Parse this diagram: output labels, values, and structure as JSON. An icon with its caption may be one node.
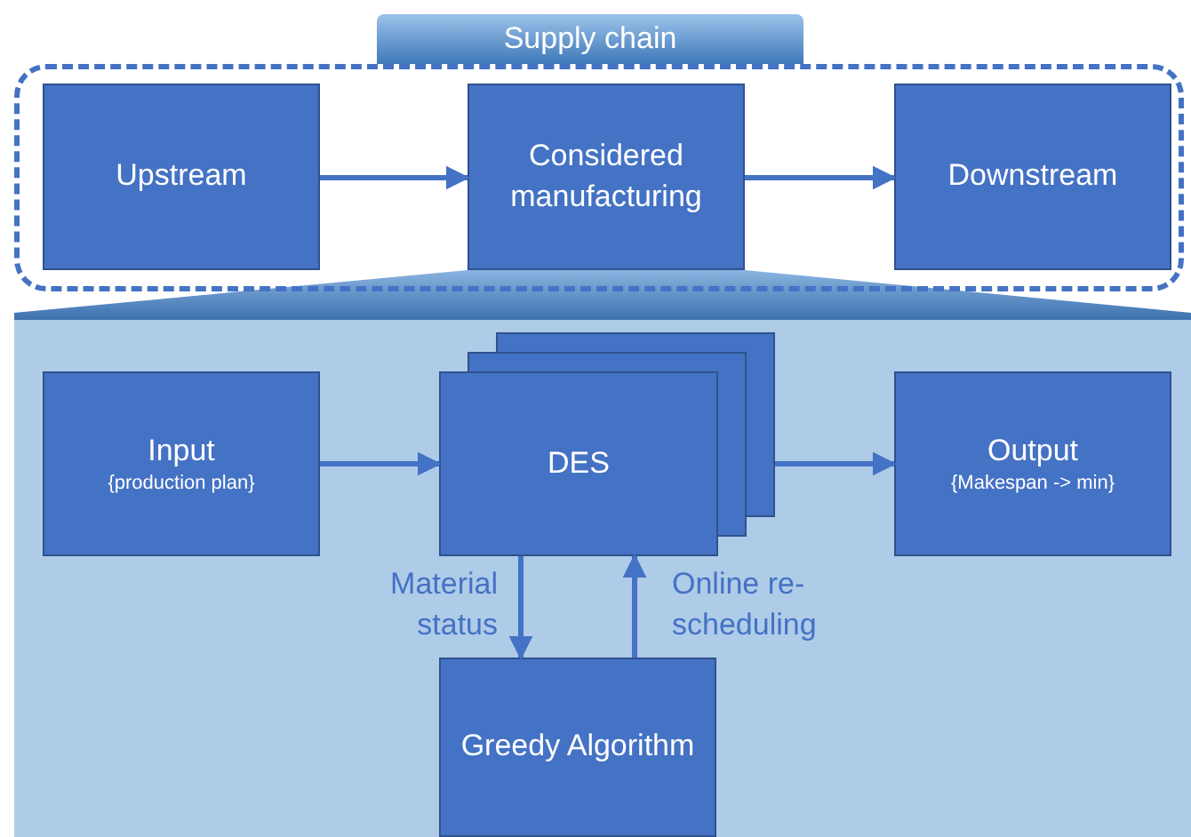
{
  "diagram": {
    "nodes": [
      {
        "text": [
          "Supply chain"
        ]
      },
      {
        "text": [
          "Upstream"
        ],
        "in": 0
      },
      {
        "text": [
          "Considered manufacturing"
        ],
        "in": 0
      },
      {
        "text": [
          "Downstream"
        ],
        "in": 0
      },
      {
        "text": [],
        "shape": "box"
      },
      {
        "text": [
          "Input",
          "{production plan}"
        ],
        "in": 4
      },
      {
        "text": [
          "DES"
        ],
        "in": 4
      },
      {
        "text": [
          "Output",
          "{Makespan -> min}"
        ],
        "in": 4
      },
      {
        "text": [
          "Greedy Algorithm"
        ],
        "in": 4
      }
    ],
    "edges": [
      {
        "from": 1,
        "to": 2,
        "arrow": "to"
      },
      {
        "from": 2,
        "to": 3,
        "arrow": "to"
      },
      {
        "from": 5,
        "to": 6,
        "arrow": "to"
      },
      {
        "from": 6,
        "to": 7,
        "arrow": "to"
      },
      {
        "from": 6,
        "to": 8,
        "arrow": "to",
        "label": "Material status"
      },
      {
        "from": 8,
        "to": 6,
        "arrow": "to",
        "label": "Online re-scheduling"
      }
    ]
  }
}
